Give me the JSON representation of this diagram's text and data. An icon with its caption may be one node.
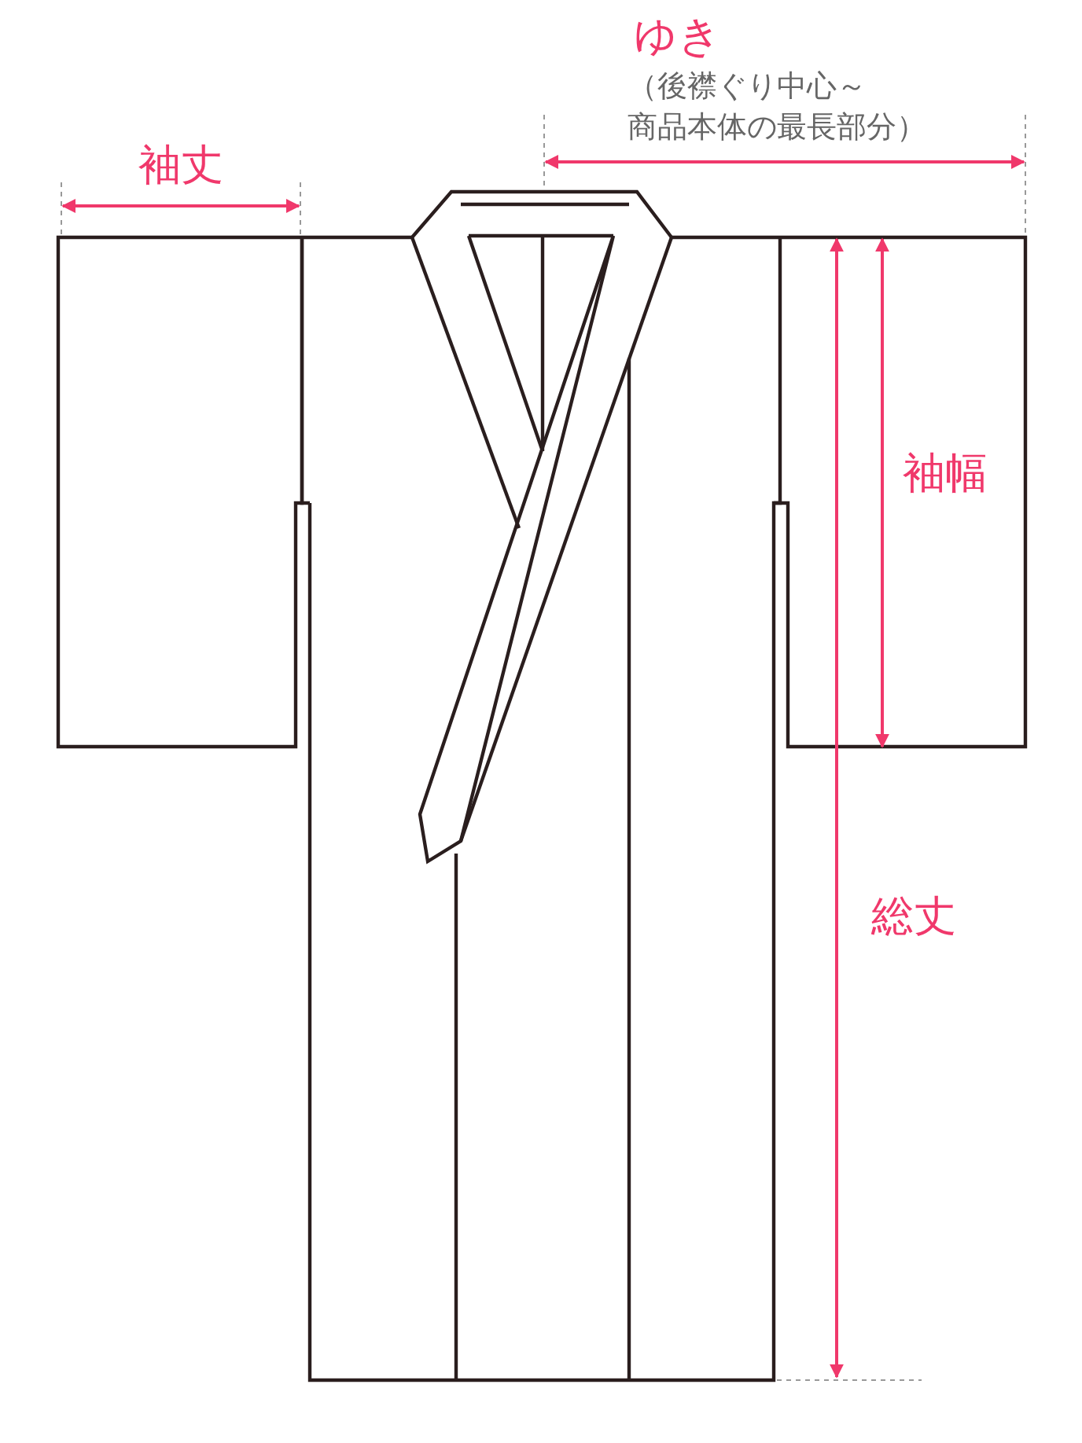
{
  "diagram": {
    "labels": [
      "ゆき",
      "（後襟ぐり中心～商品本体の最長部分）",
      "袖丈",
      "袖幅",
      "総丈"
    ]
  }
}
